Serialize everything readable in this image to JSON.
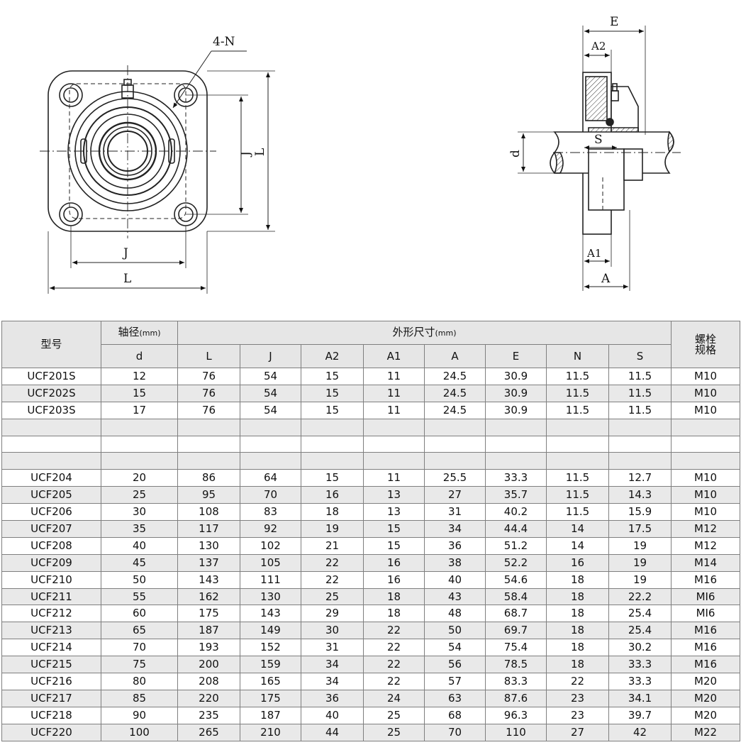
{
  "drawing": {
    "front_labels": {
      "holes": "4-N",
      "J_vertical": "J",
      "L_vertical": "L",
      "J_horizontal": "J",
      "L_horizontal": "L"
    },
    "side_labels": {
      "E": "E",
      "A2": "A2",
      "d": "d",
      "S": "S",
      "A1": "A1",
      "A": "A"
    }
  },
  "table": {
    "header": {
      "model": "型号",
      "shaft": "轴径",
      "shaft_unit": "(mm)",
      "dims": "外形尺寸",
      "dims_unit": "(mm)",
      "bolt_line1": "螺栓",
      "bolt_line2": "规格",
      "cols": [
        "d",
        "L",
        "J",
        "A2",
        "A1",
        "A",
        "E",
        "N",
        "S"
      ]
    },
    "rows": [
      [
        "UCF201S",
        "12",
        "76",
        "54",
        "15",
        "11",
        "24.5",
        "30.9",
        "11.5",
        "11.5",
        "M10"
      ],
      [
        "UCF202S",
        "15",
        "76",
        "54",
        "15",
        "11",
        "24.5",
        "30.9",
        "11.5",
        "11.5",
        "M10"
      ],
      [
        "UCF203S",
        "17",
        "76",
        "54",
        "15",
        "11",
        "24.5",
        "30.9",
        "11.5",
        "11.5",
        "M10"
      ],
      [
        "",
        "",
        "",
        "",
        "",
        "",
        "",
        "",
        "",
        "",
        ""
      ],
      [
        "",
        "",
        "",
        "",
        "",
        "",
        "",
        "",
        "",
        "",
        ""
      ],
      [
        "",
        "",
        "",
        "",
        "",
        "",
        "",
        "",
        "",
        "",
        ""
      ],
      [
        "UCF204",
        "20",
        "86",
        "64",
        "15",
        "11",
        "25.5",
        "33.3",
        "11.5",
        "12.7",
        "M10"
      ],
      [
        "UCF205",
        "25",
        "95",
        "70",
        "16",
        "13",
        "27",
        "35.7",
        "11.5",
        "14.3",
        "M10"
      ],
      [
        "UCF206",
        "30",
        "108",
        "83",
        "18",
        "13",
        "31",
        "40.2",
        "11.5",
        "15.9",
        "M10"
      ],
      [
        "UCF207",
        "35",
        "117",
        "92",
        "19",
        "15",
        "34",
        "44.4",
        "14",
        "17.5",
        "M12"
      ],
      [
        "UCF208",
        "40",
        "130",
        "102",
        "21",
        "15",
        "36",
        "51.2",
        "14",
        "19",
        "M12"
      ],
      [
        "UCF209",
        "45",
        "137",
        "105",
        "22",
        "16",
        "38",
        "52.2",
        "16",
        "19",
        "M14"
      ],
      [
        "UCF210",
        "50",
        "143",
        "111",
        "22",
        "16",
        "40",
        "54.6",
        "18",
        "19",
        "M16"
      ],
      [
        "UCF211",
        "55",
        "162",
        "130",
        "25",
        "18",
        "43",
        "58.4",
        "18",
        "22.2",
        "MI6"
      ],
      [
        "UCF212",
        "60",
        "175",
        "143",
        "29",
        "18",
        "48",
        "68.7",
        "18",
        "25.4",
        "MI6"
      ],
      [
        "UCF213",
        "65",
        "187",
        "149",
        "30",
        "22",
        "50",
        "69.7",
        "18",
        "25.4",
        "M16"
      ],
      [
        "UCF214",
        "70",
        "193",
        "152",
        "31",
        "22",
        "54",
        "75.4",
        "18",
        "30.2",
        "M16"
      ],
      [
        "UCF215",
        "75",
        "200",
        "159",
        "34",
        "22",
        "56",
        "78.5",
        "18",
        "33.3",
        "M16"
      ],
      [
        "UCF216",
        "80",
        "208",
        "165",
        "34",
        "22",
        "57",
        "83.3",
        "22",
        "33.3",
        "M20"
      ],
      [
        "UCF217",
        "85",
        "220",
        "175",
        "36",
        "24",
        "63",
        "87.6",
        "23",
        "34.1",
        "M20"
      ],
      [
        "UCF218",
        "90",
        "235",
        "187",
        "40",
        "25",
        "68",
        "96.3",
        "23",
        "39.7",
        "M20"
      ],
      [
        "UCF220",
        "100",
        "265",
        "210",
        "44",
        "25",
        "70",
        "110",
        "27",
        "42",
        "M22"
      ]
    ]
  }
}
